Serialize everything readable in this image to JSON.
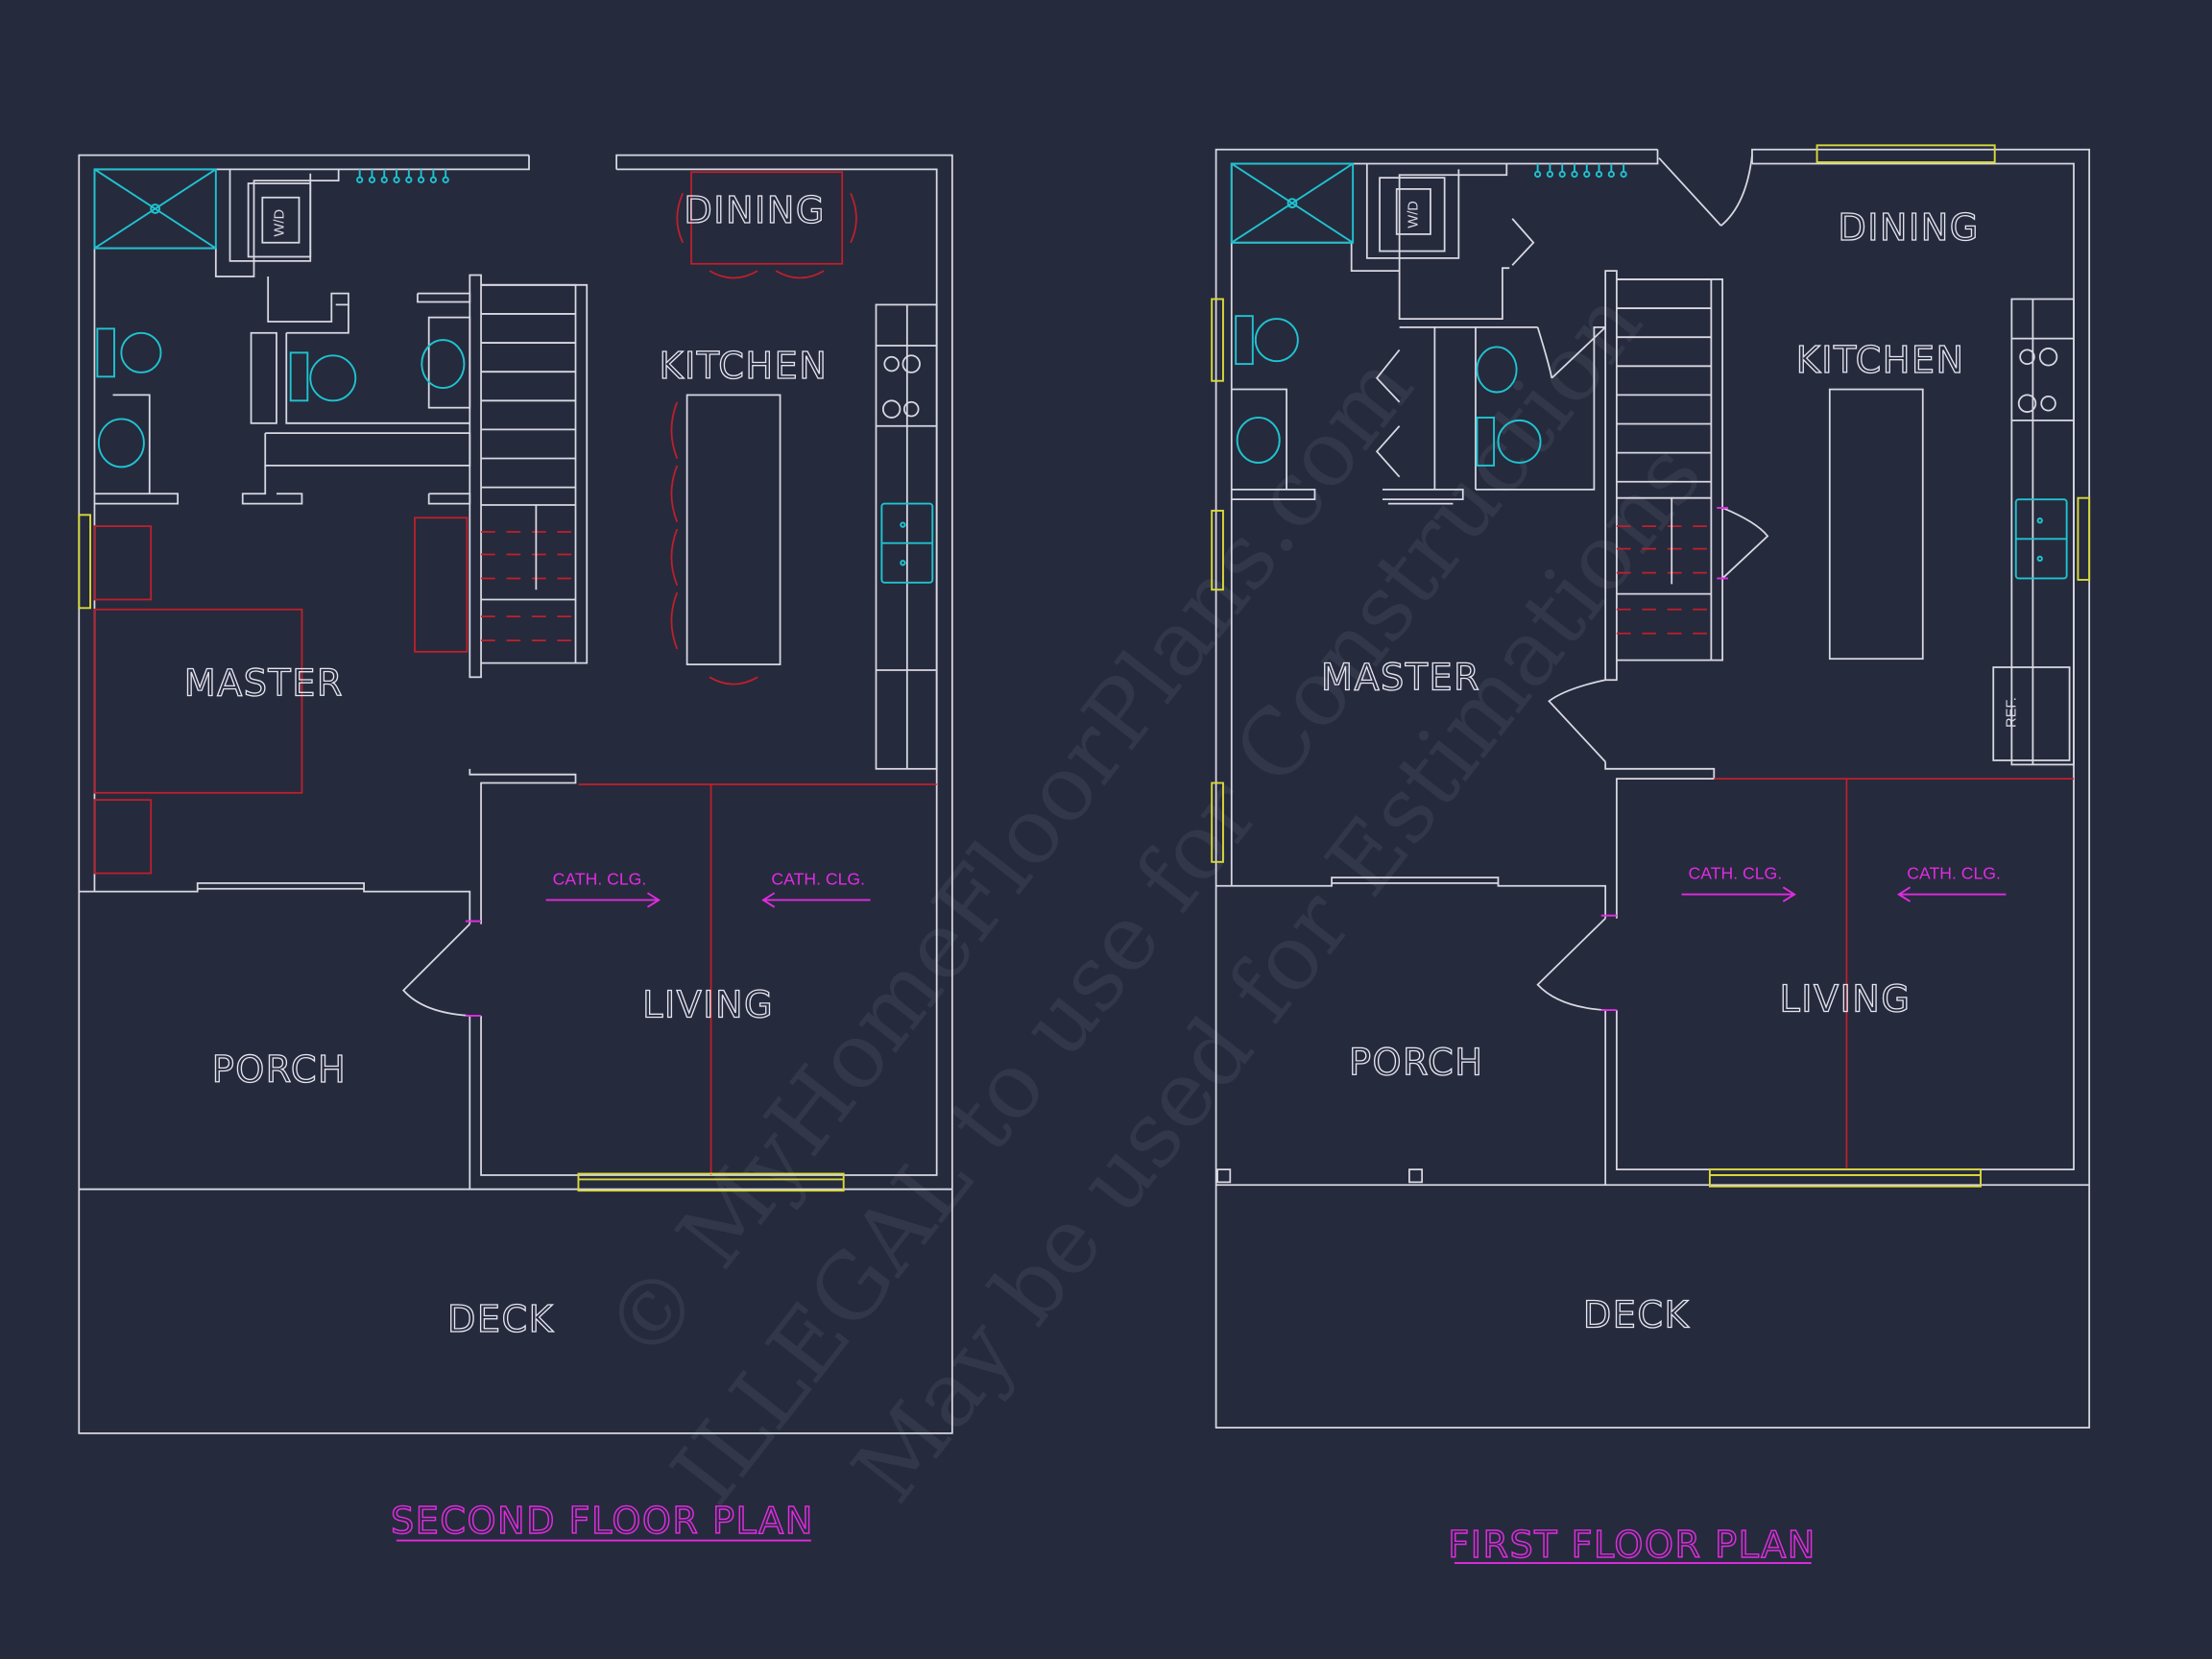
{
  "plans": [
    {
      "title": "SECOND FLOOR PLAN",
      "rooms": {
        "dining": "DINING",
        "kitchen": "KITCHEN",
        "master": "MASTER",
        "porch": "PORCH",
        "living": "LIVING",
        "deck": "DECK"
      },
      "notes": [
        "CATH. CLG.",
        "CATH. CLG."
      ],
      "appliance_labels": {
        "washer_dryer": "W/D"
      }
    },
    {
      "title": "FIRST FLOOR PLAN",
      "rooms": {
        "dining": "DINING",
        "kitchen": "KITCHEN",
        "master": "MASTER",
        "porch": "PORCH",
        "living": "LIVING",
        "deck": "DECK"
      },
      "notes": [
        "CATH. CLG.",
        "CATH. CLG."
      ],
      "appliance_labels": {
        "washer_dryer": "W/D",
        "refrigerator": "REF."
      }
    }
  ],
  "watermark": [
    "© MyHomeFloorPlans.com",
    "ILLEGAL to use for Construction",
    "May be used for Estimations"
  ],
  "colors": {
    "background": "#262a3d",
    "walls": "#d8d8e2",
    "fixtures": "#1fc3cf",
    "furniture": "#c0202a",
    "windows": "#d8d83a",
    "annotations": "#e02ce0"
  }
}
